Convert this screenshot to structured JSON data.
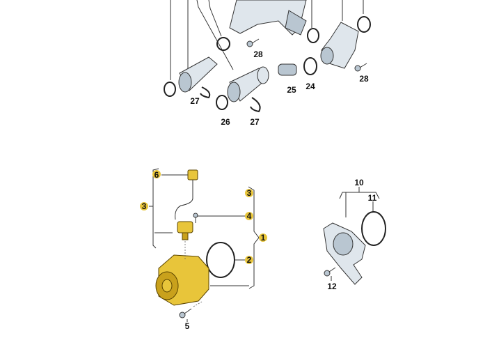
{
  "diagram": {
    "upper_callouts": {
      "screw_a": "28",
      "screw_b": "28",
      "thermostat": "25",
      "o_ring_a": "24",
      "clip_a": "27",
      "o_ring_b": "26",
      "clip_b": "27"
    },
    "lower_callouts": {
      "connector": "6",
      "valve_group": "3",
      "group_right": "3",
      "bolt": "4",
      "assembly": "1",
      "seal": "2",
      "pump_bolt": "5",
      "flange_group": "10",
      "flange_seal": "11",
      "flange_bolt": "12"
    },
    "colors": {
      "highlight": "#e8c53a",
      "part": "#dfe6ec"
    }
  }
}
